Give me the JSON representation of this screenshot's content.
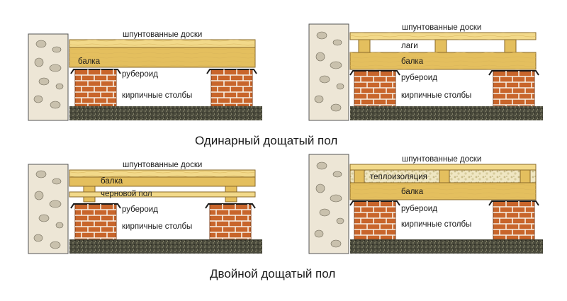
{
  "captions": {
    "single": "Одинарный дощатый пол",
    "double": "Двойной дощатый пол"
  },
  "colors": {
    "wood_light": "#f2d98a",
    "wood_mid": "#e4bf5e",
    "wood_dark": "#c99a35",
    "brick": "#c8652b",
    "brick_light": "#e0874a",
    "mortar": "#f6efe4",
    "soil": "#3a3a2e",
    "wall_stone": "#ede6d6",
    "insulation": "#efe6c2"
  },
  "panels": [
    {
      "id": "single-1",
      "labels": {
        "boards": "шпунтованные доски",
        "beam": "балка",
        "roofing": "рубероид",
        "pillars": "кирпичные столбы"
      }
    },
    {
      "id": "single-2",
      "labels": {
        "boards": "шпунтованные доски",
        "joists": "лаги",
        "beam": "балка",
        "roofing": "рубероид",
        "pillars": "кирпичные столбы"
      }
    },
    {
      "id": "double-1",
      "labels": {
        "boards": "шпунтованные доски",
        "beam": "балка",
        "subfloor": "черновой пол",
        "roofing": "рубероид",
        "pillars": "кирпичные столбы"
      }
    },
    {
      "id": "double-2",
      "labels": {
        "boards": "шпунтованные доски",
        "insulation": "теплоизоляция",
        "beam": "балка",
        "roofing": "рубероид",
        "pillars": "кирпичные столбы"
      }
    }
  ]
}
